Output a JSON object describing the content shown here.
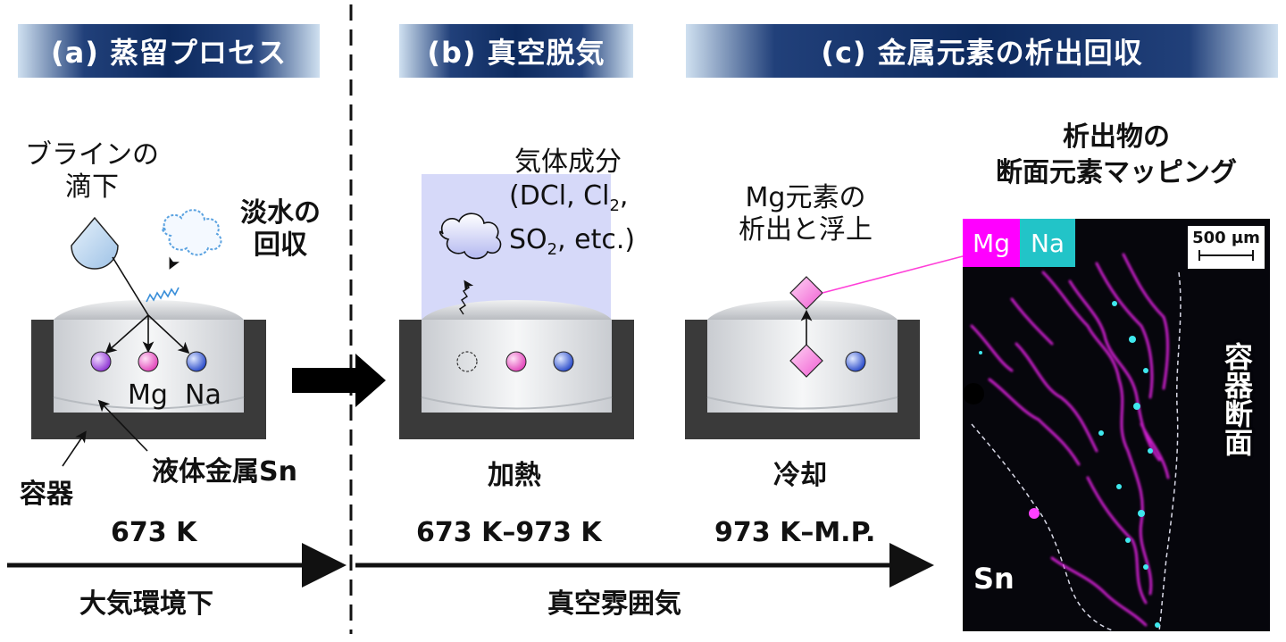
{
  "banners": {
    "a": "(a) 蒸留プロセス",
    "b": "(b) 真空脱気",
    "c": "(c) 金属元素の析出回収"
  },
  "panel_a": {
    "brine_drop": [
      "ブラインの",
      "滴下"
    ],
    "fresh_water": [
      "淡水の",
      "回収"
    ],
    "mg": "Mg",
    "na": "Na",
    "liquid_metal": "液体金属Sn",
    "container": "容器",
    "temp": "673 K"
  },
  "panel_b": {
    "gas_title": "気体成分",
    "gas_line2_pre": "(DCl, Cl",
    "gas_line2_sub": "2",
    "gas_line2_post": ",",
    "gas_line3_pre": "SO",
    "gas_line3_sub": "2",
    "gas_line3_post": ", etc.)",
    "heating": "加熱",
    "temp": "673 K–973 K"
  },
  "panel_c": {
    "mg_precip": [
      "Mg元素の",
      "析出と浮上"
    ],
    "cooling": "冷却",
    "temp": "973 K–M.P."
  },
  "map": {
    "title": [
      "析出物の",
      "断面元素マッピング"
    ],
    "legend_mg": "Mg",
    "legend_na": "Na",
    "scale": "500 µm",
    "sn": "Sn",
    "wall": "容器断面"
  },
  "bottom": {
    "atmosphere": "大気環境下",
    "vacuum": "真空雰囲気"
  },
  "colors": {
    "banner_dark": "#0d2a5e",
    "mg_pink": "#ff00ff",
    "na_cyan": "#22c4c8",
    "vessel": "#3a3a3a"
  }
}
